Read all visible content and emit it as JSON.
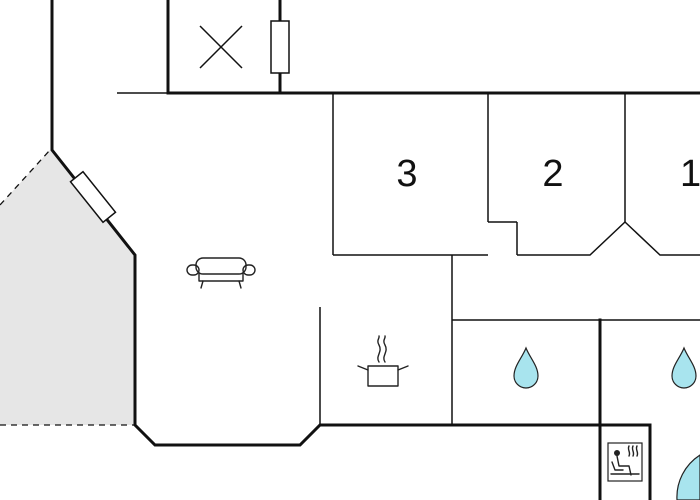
{
  "rooms": [
    {
      "id": "bedroom-3",
      "label": "3"
    },
    {
      "id": "bedroom-2",
      "label": "2"
    },
    {
      "id": "bedroom-1",
      "label": "1"
    }
  ],
  "icons": {
    "living": "sofa-icon",
    "kitchen": "cooking-pot-icon",
    "bathroom_left": "water-drop-icon",
    "bathroom_right": "water-drop-icon",
    "sauna": "sauna-icon",
    "storage": "crossed-box-icon",
    "windows": "window-icon"
  },
  "colors": {
    "walls": "#111111",
    "terrace": "#e6e6e6",
    "water": "#a8e4ee",
    "background": "#ffffff"
  }
}
